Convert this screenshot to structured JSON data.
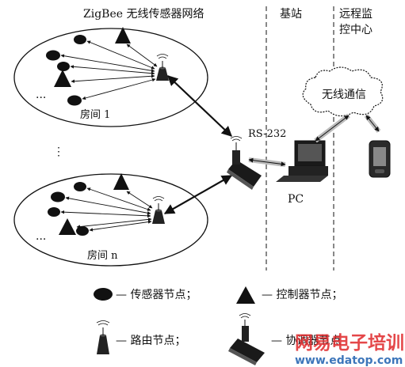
{
  "headers": {
    "network": "ZigBee 无线传感器网络",
    "base_station": "基站",
    "remote_line1": "远程监",
    "remote_line2": "控中心"
  },
  "rooms": {
    "room1": "房间 1",
    "roomn": "房间 n"
  },
  "labels": {
    "rs232": "RS-232",
    "pc": "PC",
    "wireless": "无线通信",
    "dots_row": "...",
    "dots_col": "⋮"
  },
  "legend": {
    "sensor": "— 传感器节点；",
    "controller": "— 控制器节点；",
    "router": "— 路由节点；",
    "coordinator": "— 协调器节点"
  },
  "watermark": {
    "cn": "网易电子培训",
    "url": "www.edatop.com"
  },
  "colors": {
    "ink": "#111111",
    "watermark_red": "#e0282a",
    "watermark_blue": "#1c5fae"
  },
  "icons": [
    "sensor-node-icon",
    "controller-node-icon",
    "router-node-icon",
    "coordinator-node-icon",
    "pc-icon",
    "cloud-icon",
    "mobile-phone-icon"
  ]
}
